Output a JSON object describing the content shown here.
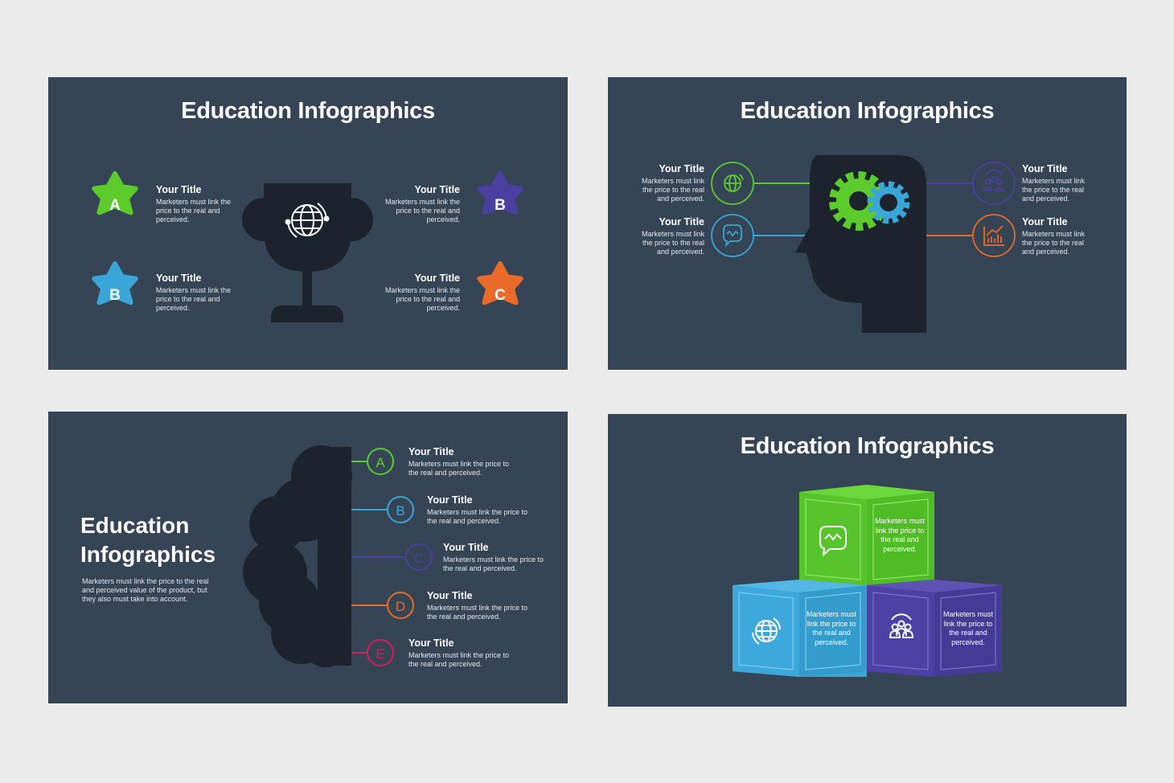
{
  "slides": {
    "trophy": {
      "title": "Education Infographics",
      "items": [
        {
          "letter": "A",
          "title": "Your Title",
          "desc": "Marketers must link the price to the real and perceived.",
          "color": "#5ccc2d"
        },
        {
          "letter": "B",
          "title": "Your Title",
          "desc": "Marketers must link the price to the real and perceived.",
          "color": "#4b3fa0"
        },
        {
          "letter": "B",
          "title": "Your Title",
          "desc": "Marketers must link the price to the real and perceived.",
          "color": "#3aa6d8"
        },
        {
          "letter": "C",
          "title": "Your Title",
          "desc": "Marketers must link the price to the real and perceived.",
          "color": "#ea6a2a"
        }
      ],
      "center_icon": "globe-icon"
    },
    "head": {
      "title": "Education Infographics",
      "items": [
        {
          "title": "Your Title",
          "desc": "Marketers must link the price to the real and perceived.",
          "icon": "globe-icon",
          "color": "#5ccc2d"
        },
        {
          "title": "Your Title",
          "desc": "Marketers must link the price to the real and perceived.",
          "icon": "chat-icon",
          "color": "#3aa6d8"
        },
        {
          "title": "Your Title",
          "desc": "Marketers must link the price to the real and perceived.",
          "icon": "team-icon",
          "color": "#4b3fa0"
        },
        {
          "title": "Your Title",
          "desc": "Marketers must link the price to the real and perceived.",
          "icon": "chart-icon",
          "color": "#ea6a2a"
        }
      ]
    },
    "brain": {
      "title_line1": "Education",
      "title_line2": "Infographics",
      "desc": "Marketers must link the price to the real and perceived value of the product, but they also must take into account.",
      "items": [
        {
          "letter": "A",
          "title": "Your Title",
          "desc": "Marketers must link the price to the real and perceived.",
          "color": "#5ccc2d"
        },
        {
          "letter": "B",
          "title": "Your Title",
          "desc": "Marketers must link the price to the real and perceived.",
          "color": "#3aa6d8"
        },
        {
          "letter": "C",
          "title": "Your Title",
          "desc": "Marketers must link the price to the real and perceived.",
          "color": "#4b3fa0"
        },
        {
          "letter": "D",
          "title": "Your Title",
          "desc": "Marketers must link the price to the real and perceived.",
          "color": "#ea6a2a"
        },
        {
          "letter": "E",
          "title": "Your Title",
          "desc": "Marketers must link the price to the real and perceived.",
          "color": "#d81b5e"
        }
      ]
    },
    "cubes": {
      "title": "Education Infographics",
      "cubes": [
        {
          "color": "#5ccc2d",
          "icon": "chat-icon",
          "text": "Marketers must link the price to the real and perceived."
        },
        {
          "color": "#3aa6d8",
          "icon": "globe-icon",
          "text": "Marketers must link the price to the real and perceived."
        },
        {
          "color": "#4b3fa0",
          "icon": "team-icon",
          "text": "Marketers must link the price to the real and perceived."
        }
      ]
    }
  }
}
